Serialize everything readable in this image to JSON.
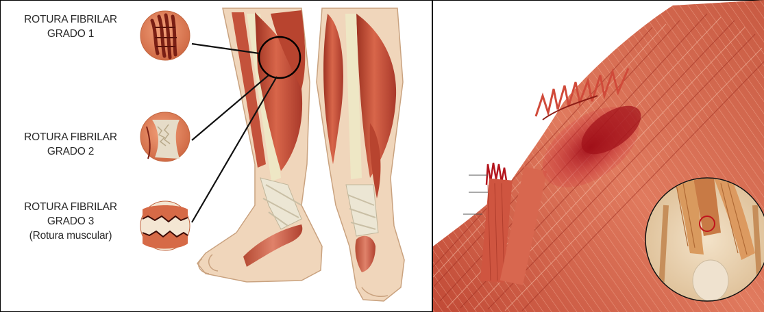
{
  "labels": {
    "grade1": {
      "line1": "ROTURA FIBRILAR",
      "line2": "GRADO 1"
    },
    "grade2": {
      "line1": "ROTURA FIBRILAR",
      "line2": "GRADO 2"
    },
    "grade3": {
      "line1": "ROTURA FIBRILAR",
      "line2": "GRADO 3",
      "line3": "(Rotura muscular)"
    }
  },
  "icons": {
    "grade1": "muscle-fiber-partial-tear-icon",
    "grade2": "muscle-fiber-moderate-tear-icon",
    "grade3": "muscle-complete-rupture-icon",
    "highlight": "injury-location-circle",
    "inset": "knee-muscle-inset"
  },
  "colors": {
    "muscle": "#c8553d",
    "muscle_dark": "#8e2a1c",
    "tendon": "#efe7c4",
    "skin": "#f2d9bf",
    "blood": "#b3141c"
  }
}
